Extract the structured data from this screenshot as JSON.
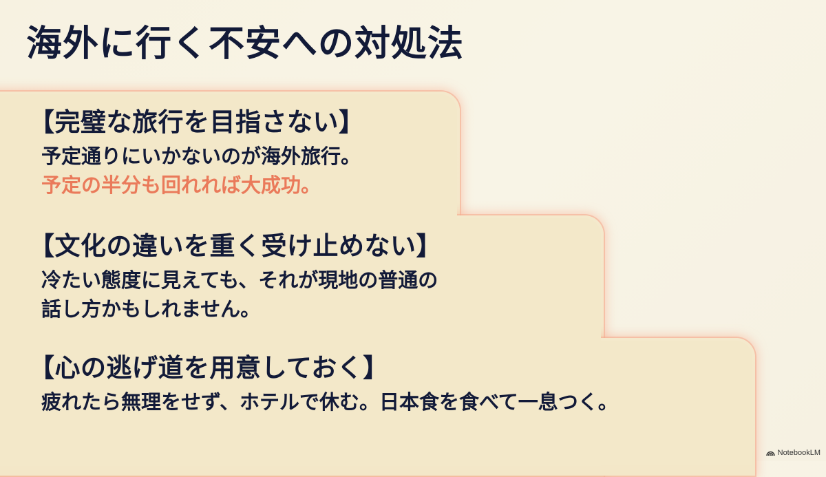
{
  "slide": {
    "title": "海外に行く不安への対処法",
    "colors": {
      "title": "#121a38",
      "text": "#121a38",
      "accent": "#ea7a5a",
      "panel": "#f3e8c9",
      "panel_glow": "#f4aa8c",
      "background": "#f7f3e4"
    },
    "sections": [
      {
        "heading": "【完璧な旅行を目指さない】",
        "lines": [
          {
            "text": "予定通りにいかないのが海外旅行。",
            "style": "normal"
          },
          {
            "text": "予定の半分も回れれば大成功。",
            "style": "accent"
          }
        ]
      },
      {
        "heading": "【文化の違いを重く受け止めない】",
        "lines": [
          {
            "text": "冷たい態度に見えても、それが現地の普通の",
            "style": "normal"
          },
          {
            "text": "話し方かもしれません。",
            "style": "normal"
          }
        ]
      },
      {
        "heading": "【心の逃げ道を用意しておく】",
        "lines": [
          {
            "text": "疲れたら無理をせず、ホテルで休む。日本食を食べて一息つく。",
            "style": "normal"
          }
        ]
      }
    ]
  },
  "watermark": {
    "icon": "notebooklm-logo-icon",
    "label": "NotebookLM"
  }
}
